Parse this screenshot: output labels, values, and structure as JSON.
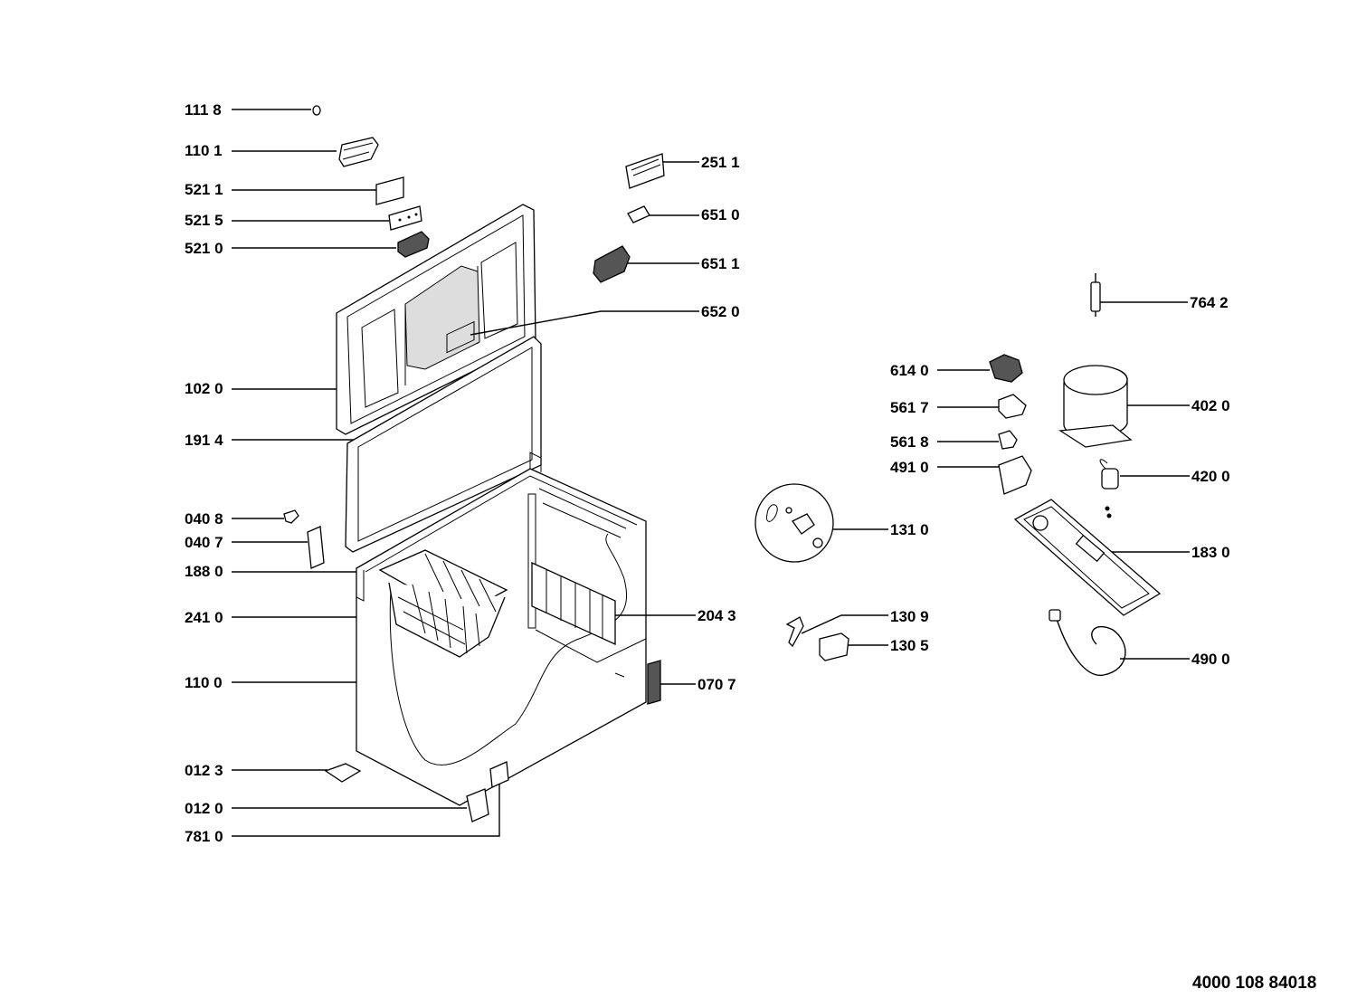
{
  "doc_number": "4000 108 84018",
  "labels": {
    "l1118": "111 8",
    "l1101": "110 1",
    "l5211": "521 1",
    "l5215": "521 5",
    "l5210": "521 0",
    "l1020": "102 0",
    "l1914": "191 4",
    "l0408": "040 8",
    "l0407": "040 7",
    "l1880": "188 0",
    "l2410": "241 0",
    "l1100": "110 0",
    "l0123": "012 3",
    "l0120": "012 0",
    "l7810": "781 0",
    "l2511": "251 1",
    "l6510": "651 0",
    "l6511": "651 1",
    "l6520": "652 0",
    "l2043": "204 3",
    "l0707": "070 7",
    "l7642": "764 2",
    "l6140": "614 0",
    "l5617": "561 7",
    "l5618": "561 8",
    "l4910": "491 0",
    "l4020": "402 0",
    "l4200": "420 0",
    "l1310": "131 0",
    "l1830": "183 0",
    "l1309": "130 9",
    "l1305": "130 5",
    "l4900": "490 0"
  }
}
